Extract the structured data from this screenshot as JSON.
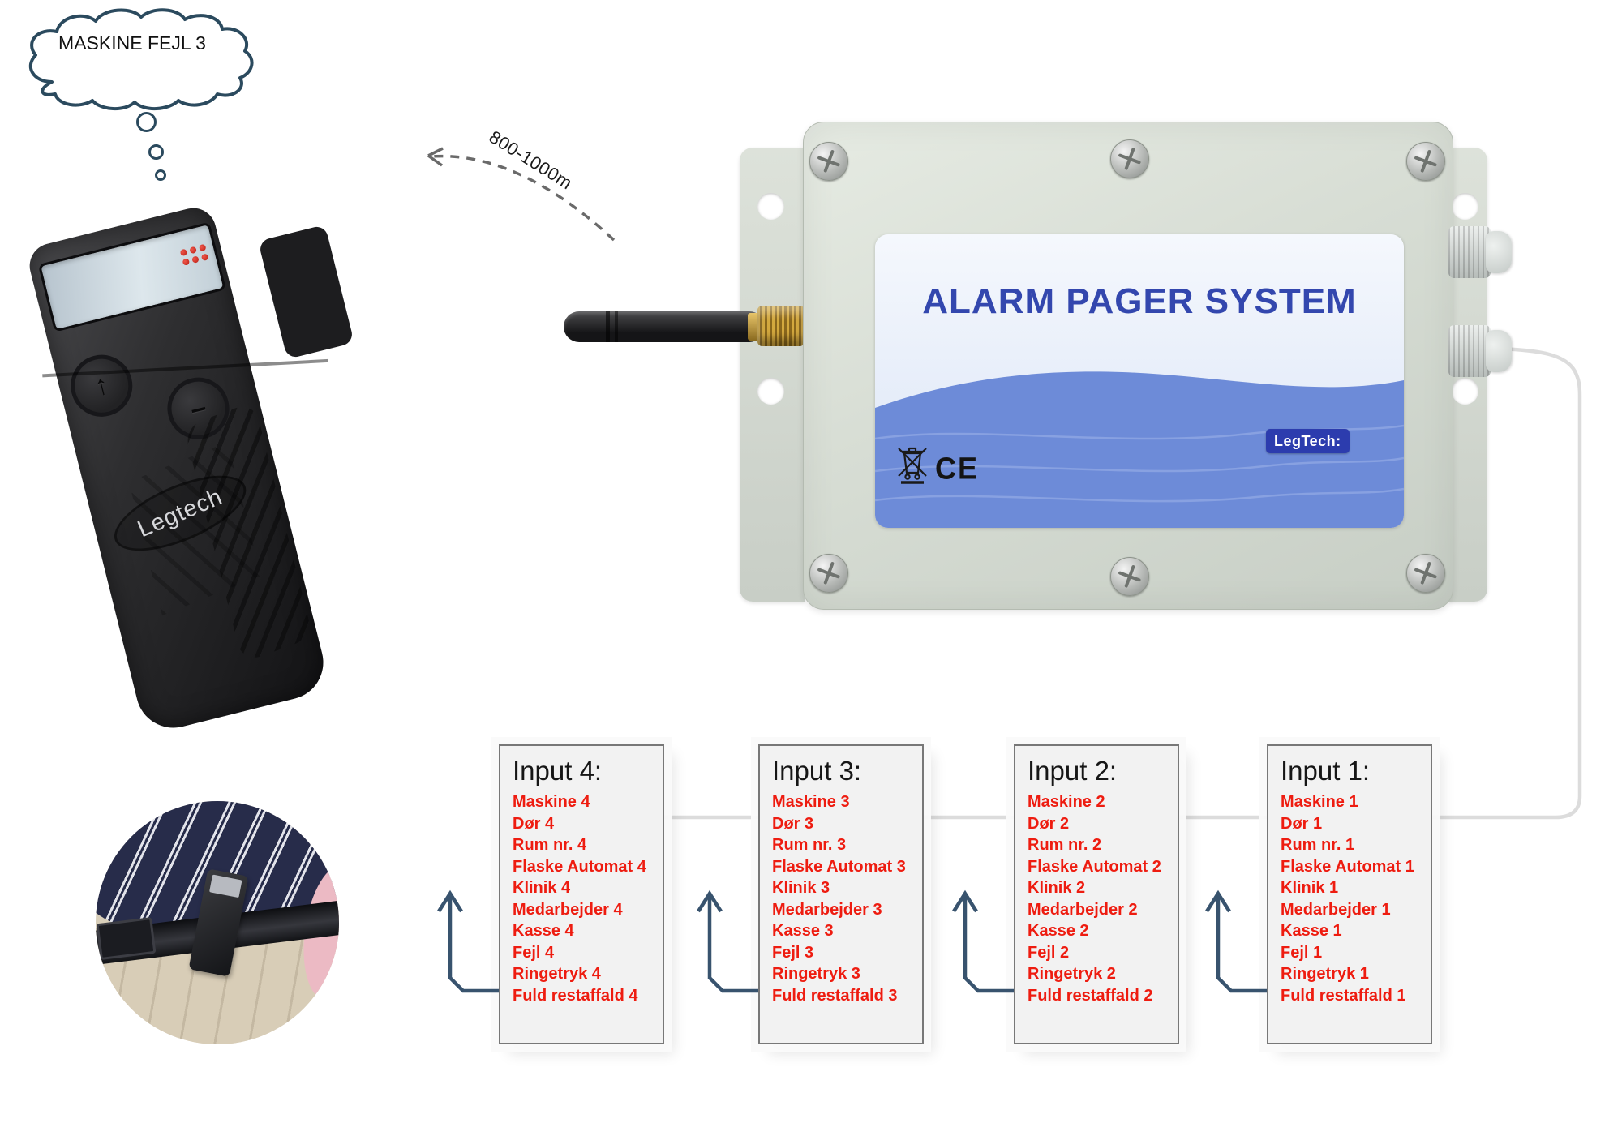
{
  "cloud": {
    "text": "MASKINE FEJL 3"
  },
  "range": {
    "label": "800-1000m"
  },
  "pager": {
    "brand": "Legtech",
    "buttons": {
      "up": "↑",
      "select": "–"
    }
  },
  "alarm_box": {
    "title": "ALARM PAGER SYSTEM",
    "logo": "LegTech:",
    "ce": "CE"
  },
  "inputs": [
    {
      "title": "Input 4:",
      "items": [
        "Maskine 4",
        "Dør 4",
        "Rum nr. 4",
        "Flaske Automat 4",
        "Klinik 4",
        "Medarbejder 4",
        "Kasse 4",
        "Fejl 4",
        "Ringetryk 4",
        "Fuld restaffald 4"
      ]
    },
    {
      "title": "Input 3:",
      "items": [
        "Maskine 3",
        "Dør 3",
        "Rum nr. 3",
        "Flaske Automat 3",
        "Klinik 3",
        "Medarbejder 3",
        "Kasse 3",
        "Fejl 3",
        "Ringetryk 3",
        "Fuld restaffald 3"
      ]
    },
    {
      "title": "Input 2:",
      "items": [
        "Maskine 2",
        "Dør 2",
        "Rum nr. 2",
        "Flaske Automat 2",
        "Klinik 2",
        "Medarbejder 2",
        "Kasse 2",
        "Fejl 2",
        "Ringetryk 2",
        "Fuld restaffald 2"
      ]
    },
    {
      "title": "Input 1:",
      "items": [
        "Maskine 1",
        "Dør 1",
        "Rum nr. 1",
        "Flaske Automat 1",
        "Klinik 1",
        "Medarbejder 1",
        "Kasse 1",
        "Fejl 1",
        "Ringetryk 1",
        "Fuld restaffald 1"
      ]
    }
  ],
  "colors": {
    "alert_red": "#ee1c10",
    "label_blue": "#3347ae",
    "arrow_blue": "#38536e",
    "wave_blue": "#6d8bd8",
    "cloud_stroke": "#2b4a5e",
    "wire_gray": "#dcdcdc"
  }
}
